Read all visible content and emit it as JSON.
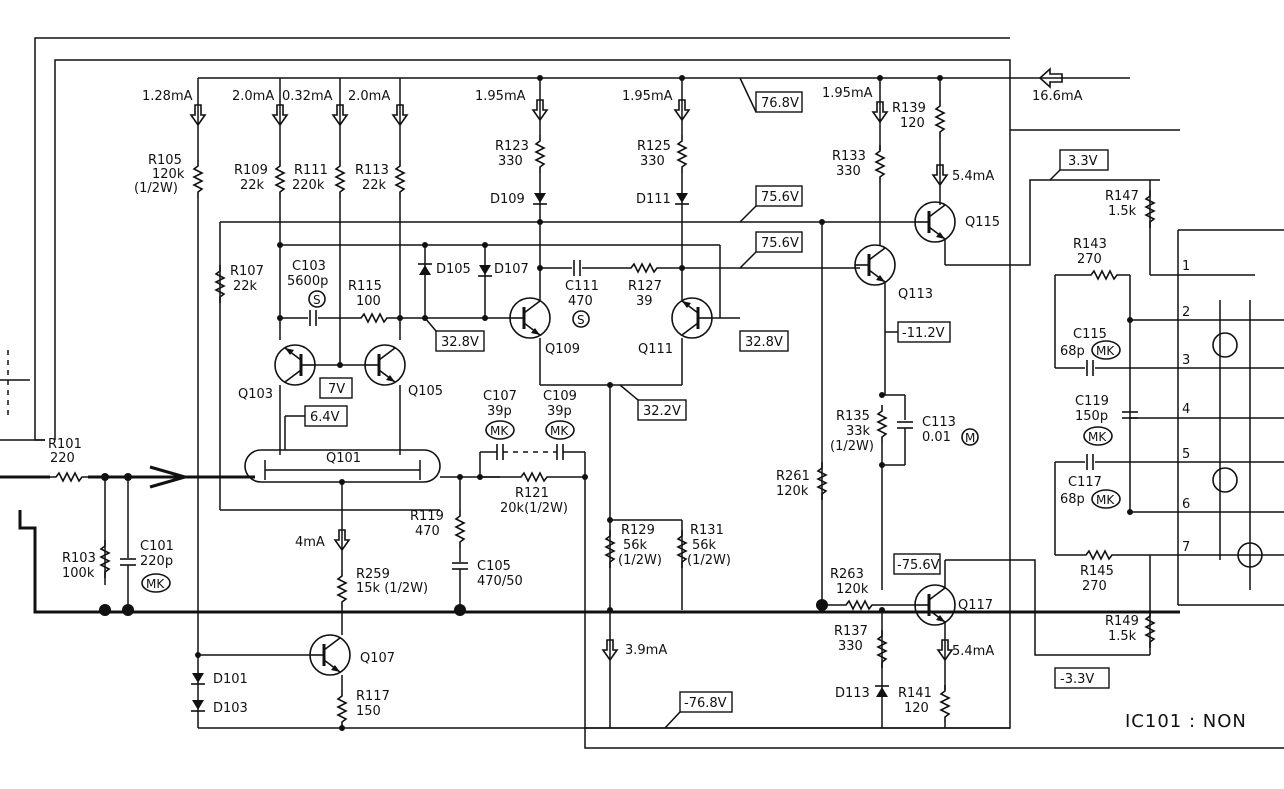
{
  "title": "IC101 : NON",
  "nodes": [
    {
      "id": "n768",
      "text": "76.8V"
    },
    {
      "id": "n756a",
      "text": "75.6V"
    },
    {
      "id": "n756b",
      "text": "75.6V"
    },
    {
      "id": "n328a",
      "text": "32.8V"
    },
    {
      "id": "n328b",
      "text": "32.8V"
    },
    {
      "id": "n322",
      "text": "32.2V"
    },
    {
      "id": "n7",
      "text": "7V"
    },
    {
      "id": "n64",
      "text": "6.4V"
    },
    {
      "id": "n112",
      "text": "-11.2V"
    },
    {
      "id": "n756n",
      "text": "-75.6V"
    },
    {
      "id": "n768n",
      "text": "-76.8V"
    },
    {
      "id": "n33p",
      "text": "3.3V"
    },
    {
      "id": "n33n",
      "text": "-3.3V"
    }
  ],
  "currents": [
    {
      "id": "i128",
      "text": "1.28mA"
    },
    {
      "id": "i20a",
      "text": "2.0mA"
    },
    {
      "id": "i032",
      "text": "0.32mA"
    },
    {
      "id": "i20b",
      "text": "2.0mA"
    },
    {
      "id": "i195a",
      "text": "1.95mA"
    },
    {
      "id": "i195b",
      "text": "1.95mA"
    },
    {
      "id": "i195c",
      "text": "1.95mA"
    },
    {
      "id": "i166",
      "text": "16.6mA"
    },
    {
      "id": "i54a",
      "text": "5.4mA"
    },
    {
      "id": "i54b",
      "text": "5.4mA"
    },
    {
      "id": "i4",
      "text": "4mA"
    },
    {
      "id": "i39",
      "text": "3.9mA"
    }
  ],
  "components": {
    "r101": [
      "R101",
      "220"
    ],
    "r103": [
      "R103",
      "100k"
    ],
    "c101": [
      "C101",
      "220p",
      "MK"
    ],
    "r105": [
      "R105",
      "120k",
      "(1/2W)"
    ],
    "r107": [
      "R107",
      "22k"
    ],
    "r109": [
      "R109",
      "22k"
    ],
    "r111": [
      "R111",
      "220k"
    ],
    "r113": [
      "R113",
      "22k"
    ],
    "c103": [
      "C103",
      "5600p",
      "S"
    ],
    "r115": [
      "R115",
      "100"
    ],
    "d105": "D105",
    "d107": "D107",
    "q103": "Q103",
    "q105": "Q105",
    "q101": "Q101",
    "r123": [
      "R123",
      "330"
    ],
    "r125": [
      "R125",
      "330"
    ],
    "d109": "D109",
    "d111": "D111",
    "c111": [
      "C111",
      "470",
      "S"
    ],
    "r127": [
      "R127",
      "39"
    ],
    "q109": "Q109",
    "q111": "Q111",
    "c107": [
      "C107",
      "39p",
      "MK"
    ],
    "c109": [
      "C109",
      "39p",
      "MK"
    ],
    "r121": [
      "R121",
      "20k(1/2W)"
    ],
    "r119": [
      "R119",
      "470"
    ],
    "c105": [
      "C105",
      "470/50"
    ],
    "r259": [
      "R259",
      "15k (1/2W)"
    ],
    "q107": "Q107",
    "r117": [
      "R117",
      "150"
    ],
    "d101": "D101",
    "d103": "D103",
    "r129": [
      "R129",
      "56k",
      "(1/2W)"
    ],
    "r131": [
      "R131",
      "56k",
      "(1/2W)"
    ],
    "r133": [
      "R133",
      "330"
    ],
    "r139": [
      "R139",
      "120"
    ],
    "q115": "Q115",
    "q113": "Q113",
    "r135": [
      "R135",
      "33k",
      "(1/2W)"
    ],
    "c113": [
      "C113",
      "0.01",
      "M"
    ],
    "r261": [
      "R261",
      "120k"
    ],
    "r263": [
      "R263",
      "120k"
    ],
    "q117": "Q117",
    "r137": [
      "R137",
      "330"
    ],
    "d113": "D113",
    "r141": [
      "R141",
      "120"
    ],
    "r147": [
      "R147",
      "1.5k"
    ],
    "r143": [
      "R143",
      "270"
    ],
    "c115": [
      "C115",
      "68p",
      "MK"
    ],
    "c119": [
      "C119",
      "150p",
      "MK"
    ],
    "c117": [
      "C117",
      "68p",
      "MK"
    ],
    "r145": [
      "R145",
      "270"
    ],
    "r149": [
      "R149",
      "1.5k"
    ]
  },
  "pins": [
    "1",
    "2",
    "3",
    "4",
    "5",
    "6",
    "7"
  ]
}
